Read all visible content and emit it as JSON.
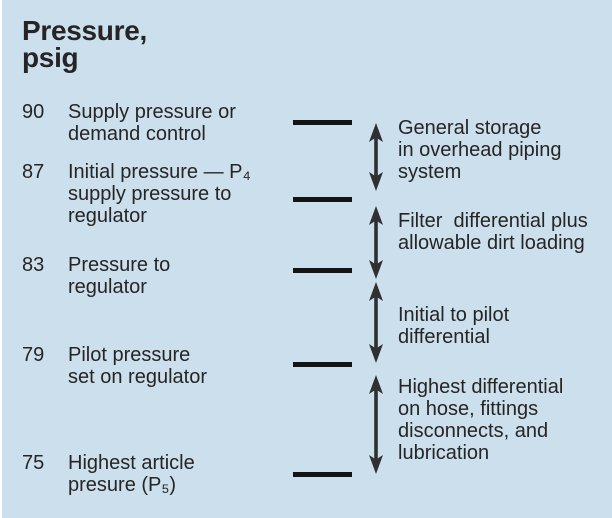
{
  "figure": {
    "title": "Pressure,\npsig"
  },
  "scale": {
    "unit": "psig",
    "rows": [
      {
        "value": "90",
        "label": "Supply pressure or\ndemand control"
      },
      {
        "value": "87",
        "label": "Initial pressure — P₄\nsupply pressure to\nregulator"
      },
      {
        "value": "83",
        "label": "Pressure to\nregulator"
      },
      {
        "value": "79",
        "label": "Pilot pressure\nset on regulator"
      },
      {
        "value": "75",
        "label": "Highest article\npresure (P₅)"
      }
    ]
  },
  "annotations": [
    {
      "label": "General storage\nin overhead piping\nsystem"
    },
    {
      "label": "Filter  differential plus\nallowable dirt loading"
    },
    {
      "label": "Initial to pilot\ndifferential"
    },
    {
      "label": "Highest differential\non hose, fittings\ndisconnects, and\nlubrication"
    }
  ],
  "colors": {
    "background": "#cbe0ec",
    "text": "#272425",
    "tick": "#141414",
    "arrow": "#303032"
  }
}
